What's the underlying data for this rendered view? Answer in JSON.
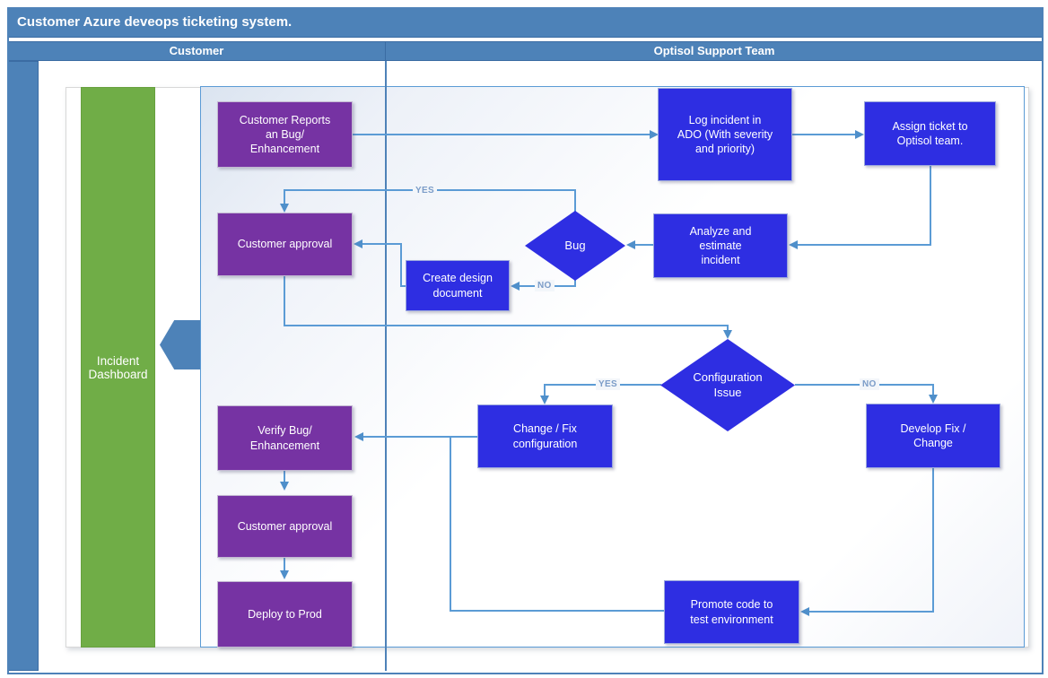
{
  "window": {
    "title": "Customer Azure deveops ticketing system."
  },
  "lanes": [
    {
      "label": "Customer"
    },
    {
      "label": "Optisol Support Team"
    }
  ],
  "sidebar_shape": {
    "label": "Incident\nDashboard"
  },
  "nodes": {
    "customer_reports": {
      "label": "Customer Reports\nan Bug/\nEnhancement",
      "type": "process",
      "lane": "Customer"
    },
    "log_incident": {
      "label": "Log incident in\nADO (With severity\nand priority)",
      "type": "process",
      "lane": "Optisol Support Team"
    },
    "assign_ticket": {
      "label": "Assign ticket to\nOptisol team.",
      "type": "process",
      "lane": "Optisol Support Team"
    },
    "analyze_estimate": {
      "label": "Analyze and\nestimate\nincident",
      "type": "process",
      "lane": "Optisol Support Team"
    },
    "bug_decision": {
      "label": "Bug",
      "type": "decision",
      "lane": "Optisol Support Team"
    },
    "customer_approval_1": {
      "label": "Customer approval",
      "type": "process",
      "lane": "Customer"
    },
    "create_design": {
      "label": "Create design\ndocument",
      "type": "process",
      "lane": "Optisol Support Team"
    },
    "config_decision": {
      "label": "Configuration\nIssue",
      "type": "decision",
      "lane": "Optisol Support Team"
    },
    "change_fix": {
      "label": "Change / Fix\nconfiguration",
      "type": "process",
      "lane": "Optisol Support Team"
    },
    "develop_fix": {
      "label": "Develop Fix /\nChange",
      "type": "process",
      "lane": "Optisol Support Team"
    },
    "verify_bug": {
      "label": "Verify Bug/\nEnhancement",
      "type": "process",
      "lane": "Customer"
    },
    "customer_approval_2": {
      "label": "Customer approval",
      "type": "process",
      "lane": "Customer"
    },
    "deploy_prod": {
      "label": "Deploy to Prod",
      "type": "process",
      "lane": "Customer"
    },
    "promote_code": {
      "label": "Promote code to\ntest environment",
      "type": "process",
      "lane": "Optisol Support Team"
    }
  },
  "edge_labels": {
    "bug_yes": "YES",
    "bug_no": "NO",
    "config_yes": "YES",
    "config_no": "NO"
  },
  "colors": {
    "band_blue": "#4d82b8",
    "process_customer_purple": "#7633a3",
    "process_support_blue": "#2e2ee2",
    "decision_blue": "#2e2ee2",
    "dashboard_green": "#70ad47",
    "connector_blue": "#5b9bd5"
  }
}
